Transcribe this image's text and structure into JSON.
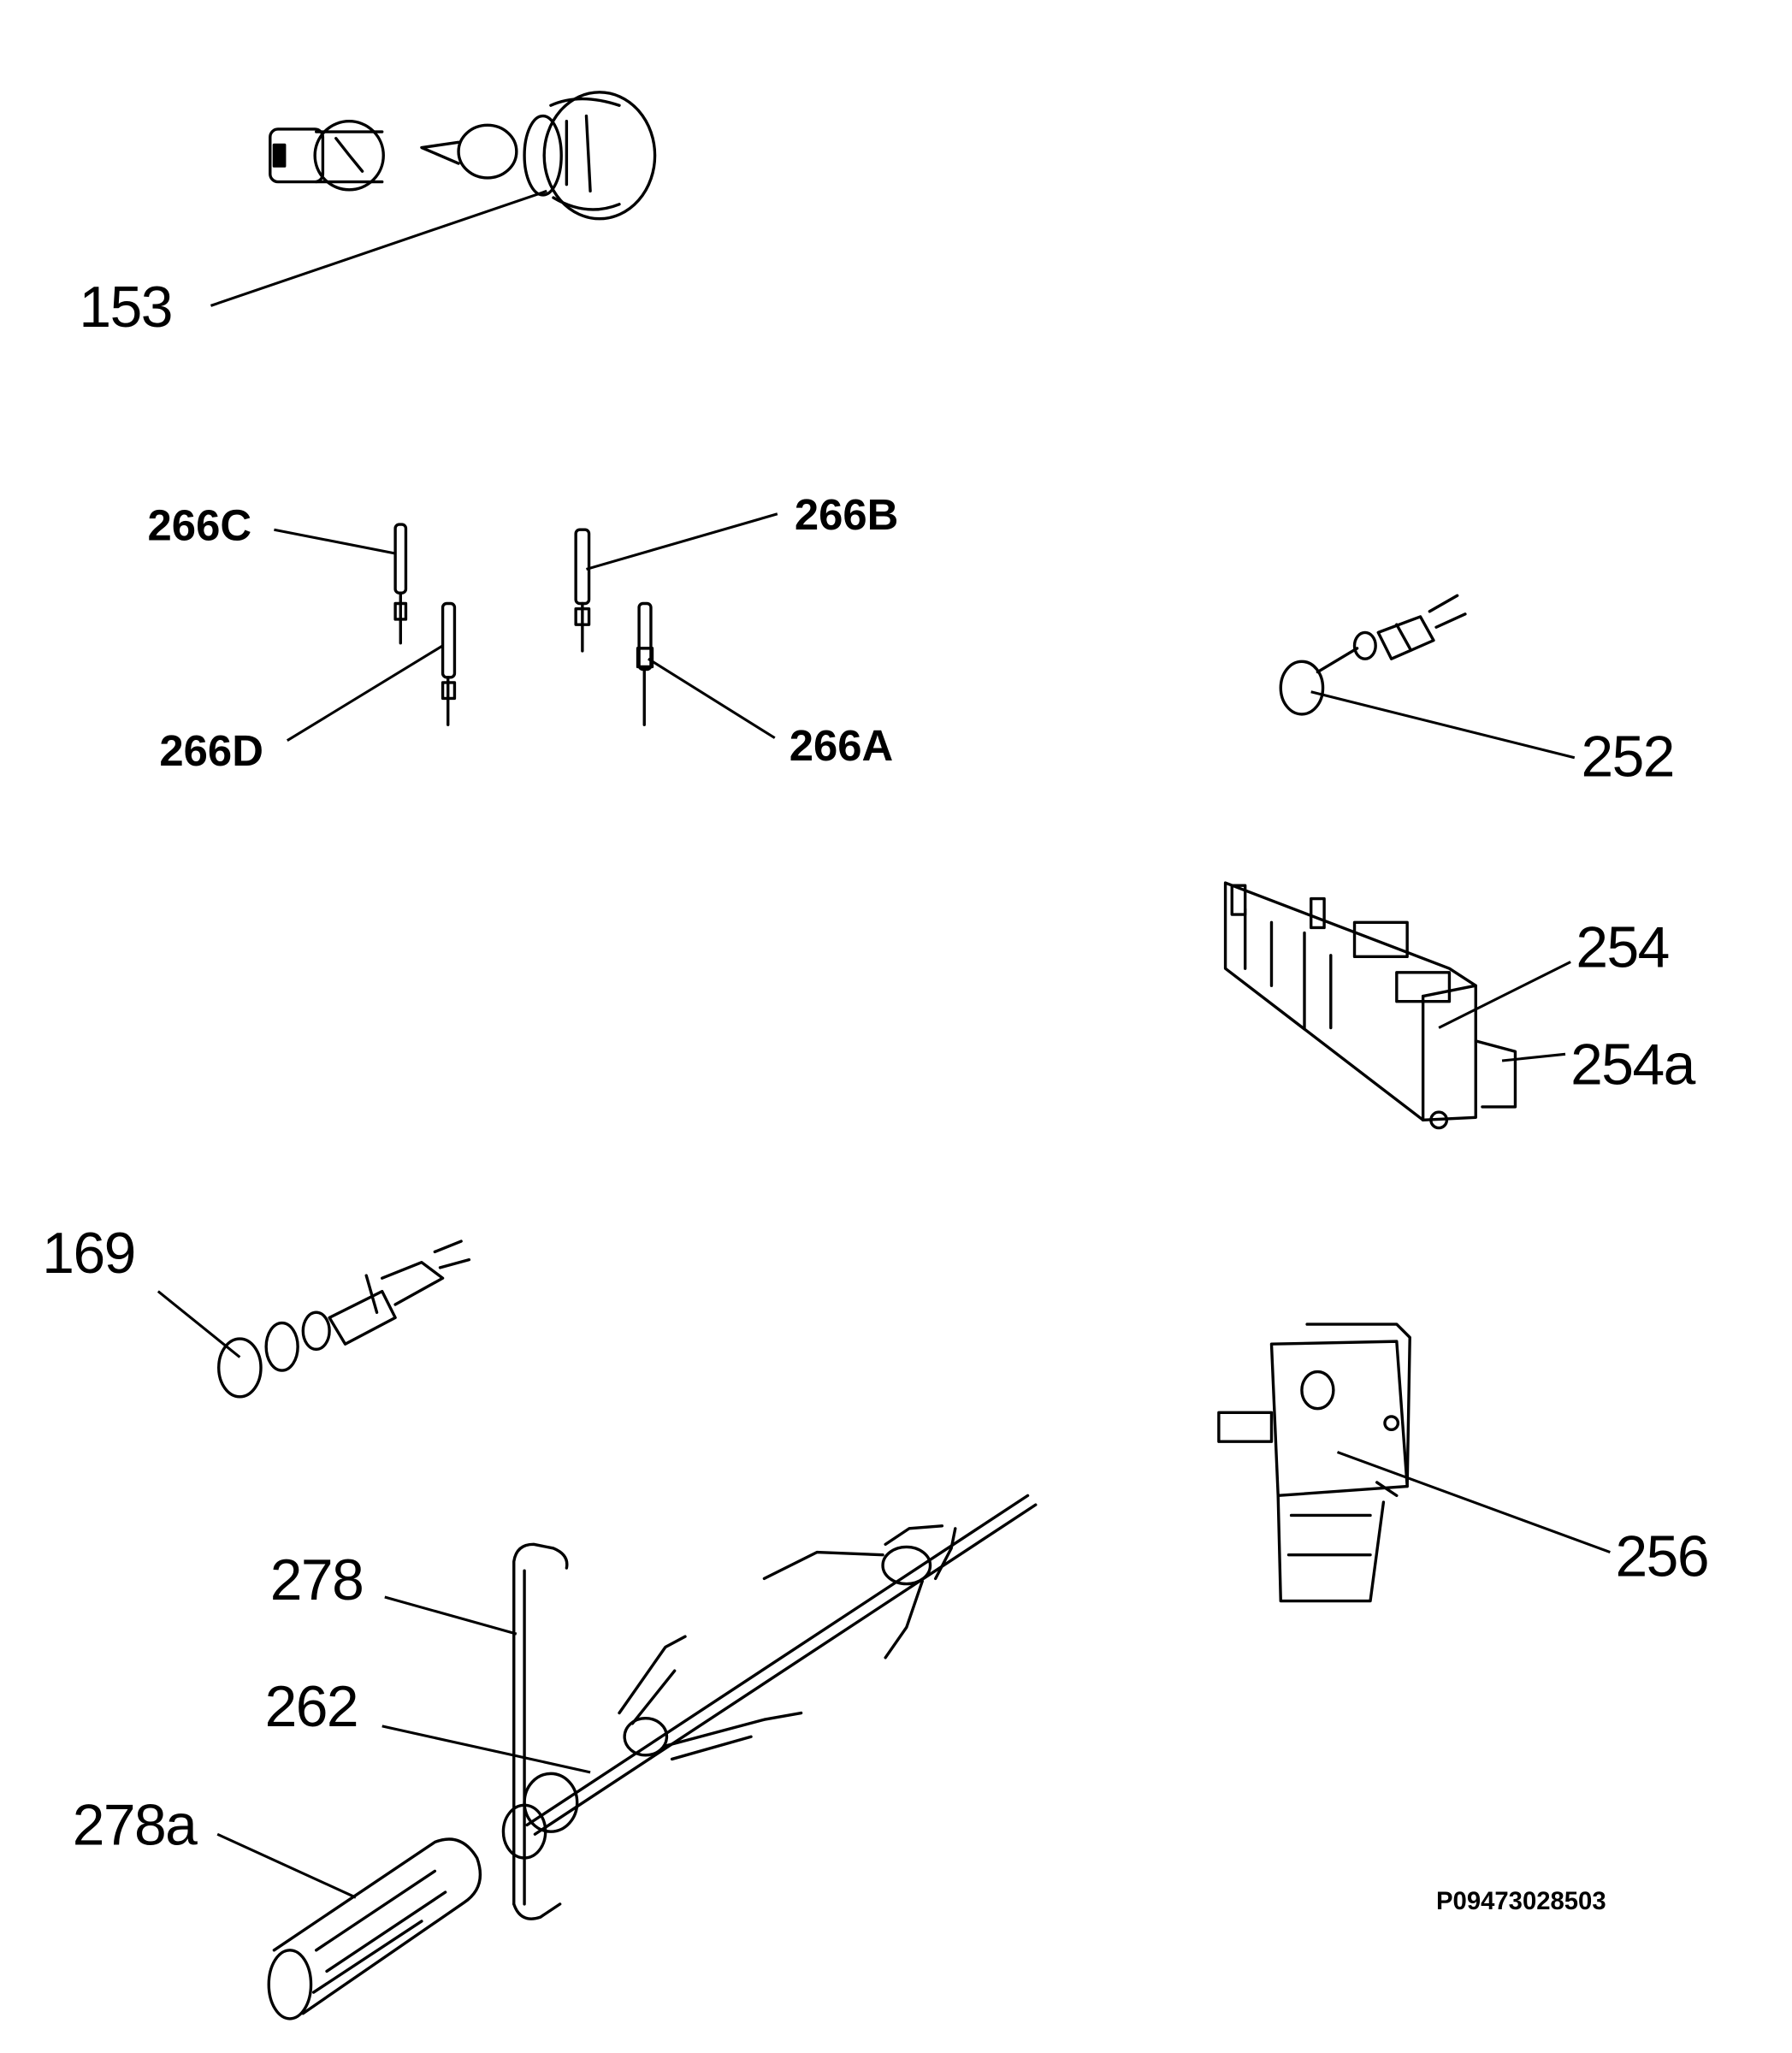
{
  "diagram": {
    "drawing_number": "P09473028503",
    "callouts": [
      {
        "id": "153",
        "label": "153"
      },
      {
        "id": "266C",
        "label": "266C"
      },
      {
        "id": "266B",
        "label": "266B"
      },
      {
        "id": "266D",
        "label": "266D"
      },
      {
        "id": "266A",
        "label": "266A"
      },
      {
        "id": "252",
        "label": "252"
      },
      {
        "id": "254",
        "label": "254"
      },
      {
        "id": "254a",
        "label": "254a"
      },
      {
        "id": "169",
        "label": "169"
      },
      {
        "id": "256",
        "label": "256"
      },
      {
        "id": "278",
        "label": "278"
      },
      {
        "id": "262",
        "label": "262"
      },
      {
        "id": "278a",
        "label": "278a"
      }
    ]
  }
}
